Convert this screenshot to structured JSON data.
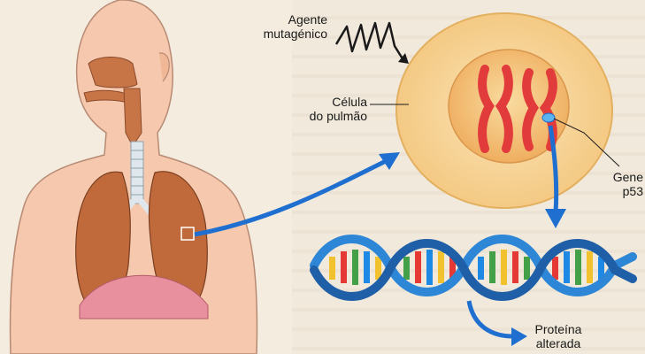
{
  "labels": {
    "agente": [
      "Agente",
      "mutagénico"
    ],
    "celula": [
      "Célula",
      "do pulmão"
    ],
    "gene": [
      "Gene",
      "p53"
    ],
    "proteina": [
      "Proteína",
      "alterada"
    ]
  },
  "colors": {
    "skin": "#f6c4a8",
    "lung": "#c06a3c",
    "cell_outer": "#f6d49a",
    "nucleus": "#f2b96a",
    "chromosome": "#e23b3b",
    "arrow": "#1f6fd0",
    "dna_backbone": "#2e86d6"
  }
}
